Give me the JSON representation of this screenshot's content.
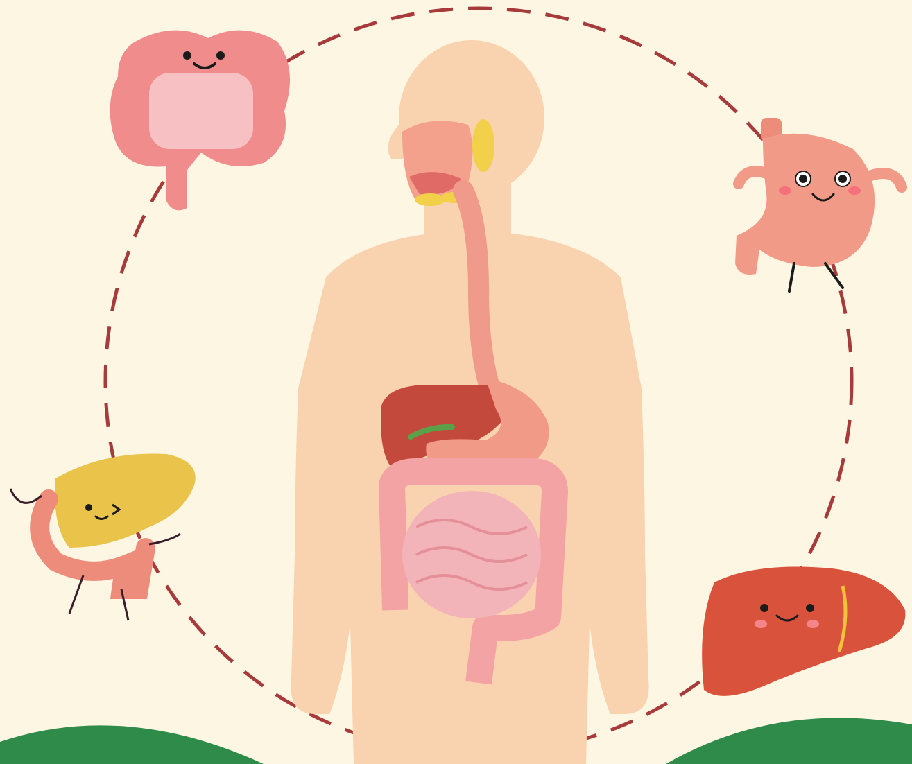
{
  "scene": {
    "subject": "digestive-system",
    "organs": [
      {
        "id": "large-intestine",
        "icon": "large-intestine-icon",
        "expression": "smiling"
      },
      {
        "id": "stomach",
        "icon": "stomach-icon",
        "expression": "smiling-flexing"
      },
      {
        "id": "pancreas",
        "icon": "pancreas-icon",
        "expression": "winking-waving"
      },
      {
        "id": "liver",
        "icon": "liver-icon",
        "expression": "smiling"
      }
    ],
    "colors": {
      "background": "#fdf6e3",
      "body": "#f9d2b0",
      "dashed_circle": "#a73a3a",
      "ground": "#2e8b4a",
      "organ_pink": "#f08c8c",
      "liver": "#d9533c",
      "pancreas": "#e9c34a"
    }
  }
}
